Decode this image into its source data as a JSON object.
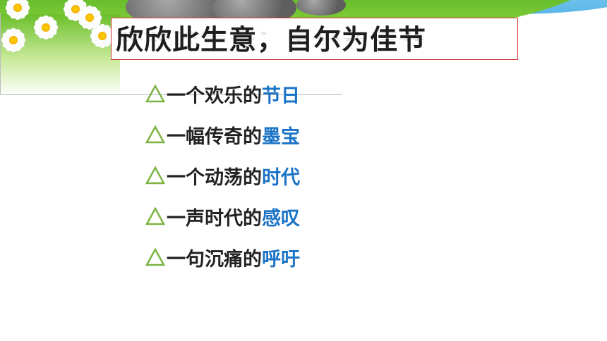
{
  "title": "欣欣此生意，自尔为佳节",
  "list": [
    {
      "prefix": "一个欢乐的",
      "highlight": "节日"
    },
    {
      "prefix": "一幅传奇的",
      "highlight": "墨宝"
    },
    {
      "prefix": "一个动荡的",
      "highlight": "时代"
    },
    {
      "prefix": "一声时代的",
      "highlight": "感叹"
    },
    {
      "prefix": "一句沉痛的",
      "highlight": "呼吁"
    }
  ],
  "colors": {
    "highlight": "#1a73c6",
    "text": "#222222",
    "bullet": "#7cb342",
    "title_border": "#d23a3a"
  },
  "icons": {
    "bullet": "triangle-icon",
    "decor": [
      "daisy-icon",
      "rock-icon",
      "grass-icon"
    ]
  }
}
